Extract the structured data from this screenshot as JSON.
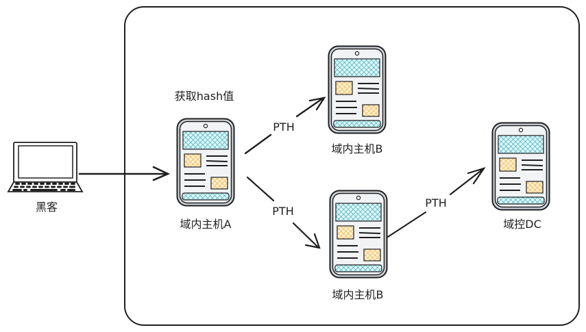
{
  "diagram": {
    "title": "Pass-the-Hash lateral movement",
    "nodes": {
      "hacker": {
        "label": "黑客",
        "icon": "laptop-icon"
      },
      "hostA": {
        "label": "域内主机A",
        "icon": "tablet-icon",
        "note": "获取hash值"
      },
      "hostB1": {
        "label": "域内主机B",
        "icon": "tablet-icon"
      },
      "hostB2": {
        "label": "域内主机B",
        "icon": "tablet-icon"
      },
      "dc": {
        "label": "域控DC",
        "icon": "tablet-icon"
      }
    },
    "edges": [
      {
        "from": "hacker",
        "to": "hostA",
        "label": ""
      },
      {
        "from": "hostA",
        "to": "hostB1",
        "label": "PTH"
      },
      {
        "from": "hostA",
        "to": "hostB2",
        "label": "PTH"
      },
      {
        "from": "hostB2",
        "to": "dc",
        "label": "PTH"
      }
    ],
    "colors": {
      "stroke": "#1e1e1e",
      "screen_hatch": "#3fb6c6",
      "card_hatch": "#f2b84b",
      "device_bg": "#f1f3f5",
      "device_frame": "#ced4da"
    }
  }
}
